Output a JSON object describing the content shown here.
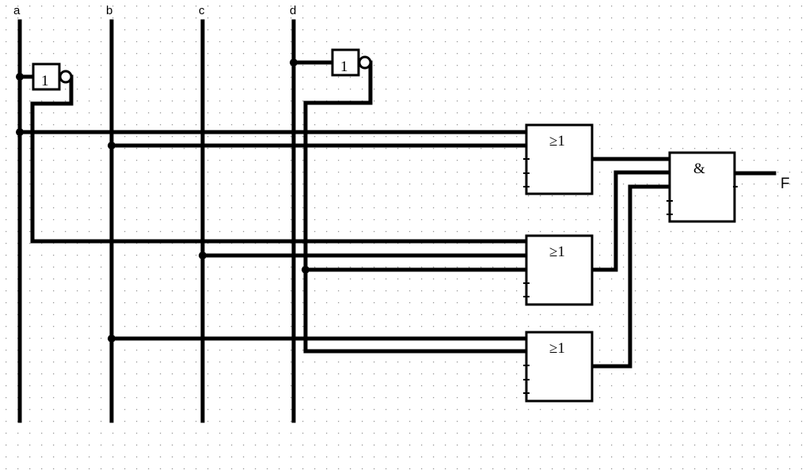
{
  "inputs": {
    "a": "a",
    "b": "b",
    "c": "c",
    "d": "d"
  },
  "output": "F",
  "gates": {
    "not_a": "1",
    "not_d": "1",
    "or_top": "≥1",
    "or_middle": "≥1",
    "or_bottom": "≥1",
    "and_final": "&"
  },
  "colors": {
    "line": "#000000",
    "grid_dot": "#9a9a9a",
    "background": "#ffffff"
  }
}
